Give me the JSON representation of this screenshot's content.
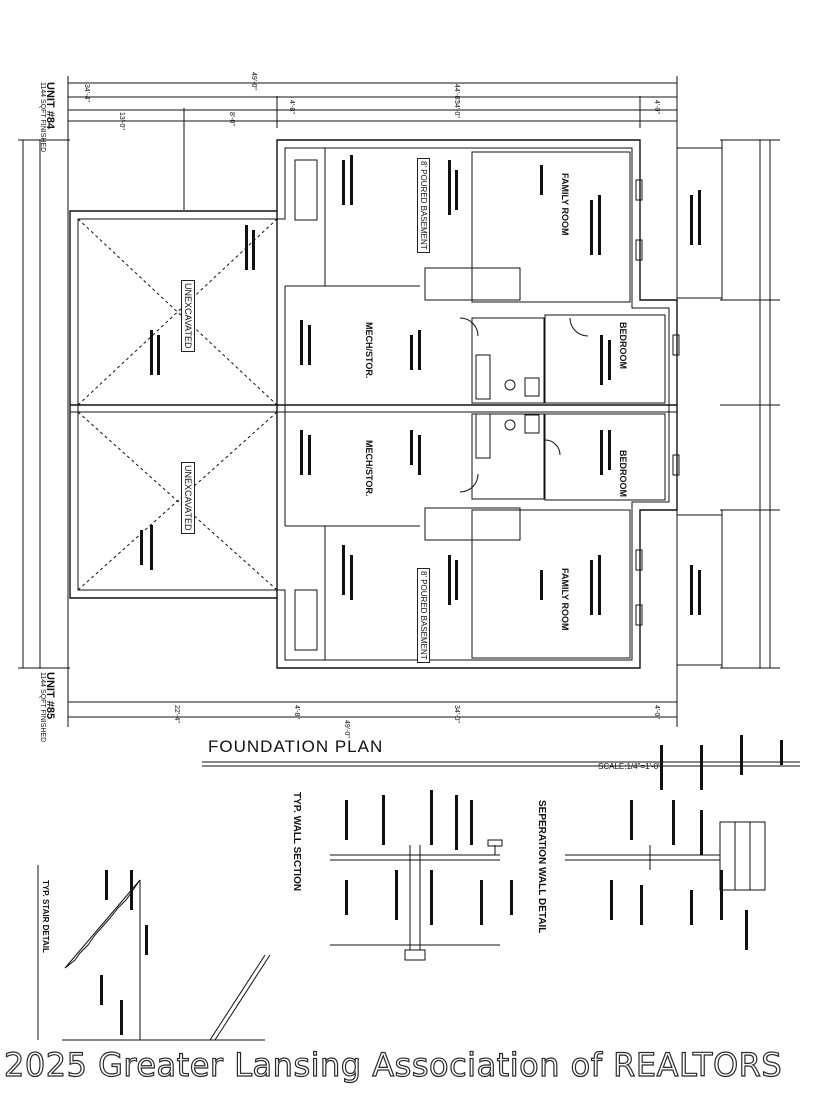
{
  "plan": {
    "title": "FOUNDATION PLAN",
    "scale": "SCALE:1/4\"=1'-0\"",
    "unit_top": "UNIT #84",
    "unit_bottom": "UNIT #85",
    "unit_sqft": "1144 SQFT FINISHED"
  },
  "rooms": {
    "uncavated": "UNEXCAVATED",
    "mech": "MECH/STOR.",
    "basement": "8' POURED BASEMENT",
    "family": "FAMILY ROOM",
    "bedroom": "BEDROOM"
  },
  "dimensions": {
    "overall": "49'-0\"",
    "left": "34'-4\"",
    "right": "44'-8\"",
    "a": "13'-0\"",
    "b": "8'-0\"",
    "c": "34'-0\"",
    "d": "4'-0\"",
    "e": "22'-4\"",
    "f": "4'-8\""
  },
  "details": {
    "wall_section": "TYP. WALL SECTION",
    "separation": "SEPERATION WALL DETAIL",
    "stair": "TYP. STAIR DETAIL"
  },
  "watermark": "2025 Greater Lansing Association of REALTORS"
}
